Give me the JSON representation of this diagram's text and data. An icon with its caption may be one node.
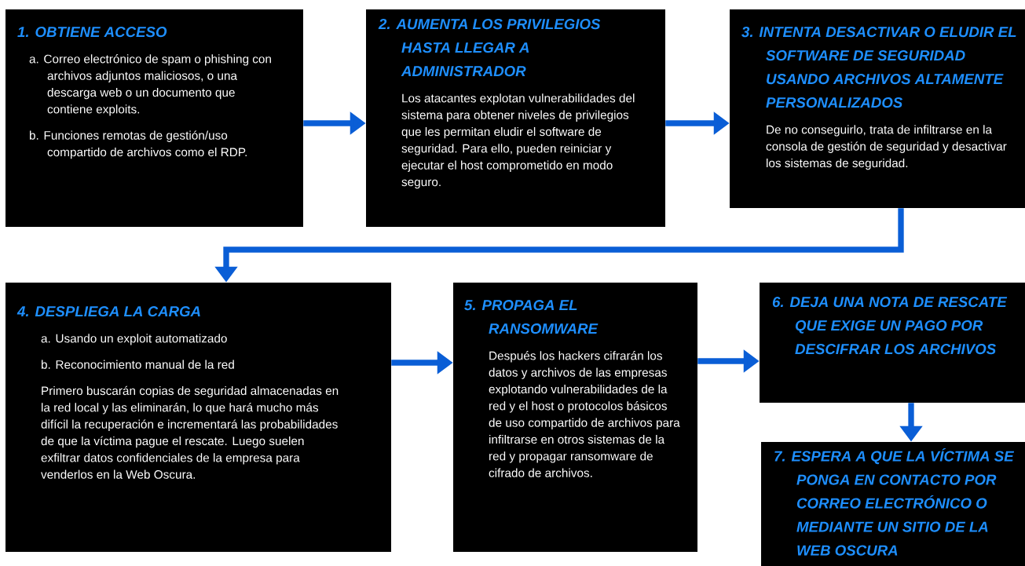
{
  "diagram": {
    "nodes": [
      {
        "text": [
          "1. OBTIENE ACCESO",
          "a. Correo electrónico de spam o phishing con archivos adjuntos maliciosos, o una descarga web o un documento que contiene exploits.",
          "b. Funciones remotas de gestión/uso compartido de archivos como el RDP."
        ]
      },
      {
        "text": [
          "2. AUMENTA LOS PRIVILEGIOS HASTA LLEGAR A ADMINISTRADOR",
          "Los atacantes explotan vulnerabilidades del sistema para obtener niveles de privilegios que les permitan eludir el software de seguridad. Para ello, pueden reiniciar y ejecutar el host comprometido en modo seguro."
        ]
      },
      {
        "text": [
          "3. INTENTA DESACTIVAR O ELUDIR EL SOFTWARE DE SEGURIDAD USANDO ARCHIVOS ALTAMENTE PERSONALIZADOS",
          "De no conseguirlo, trata de infiltrarse en la consola de gestión de seguridad y desactivar los sistemas de seguridad."
        ]
      },
      {
        "text": [
          "4. DESPLIEGA LA CARGA",
          "a. Usando un exploit automatizado",
          "b. Reconocimiento manual de la red",
          "Primero buscarán copias de seguridad almacenadas en la red local y las eliminarán, lo que hará mucho más difícil la recuperación e incrementará las probabilidades de que la víctima pague el rescate. Luego suelen exfiltrar datos confidenciales de la empresa para venderlos en la Web Oscura."
        ]
      },
      {
        "text": [
          "5. PROPAGA EL RANSOMWARE",
          "Después los hackers cifrarán los datos y archivos de las empresas explotando vulnerabilidades de la red y el host o protocolos básicos de uso compartido de archivos para infiltrarse en otros sistemas de la red y propagar ransomware de cifrado de archivos."
        ]
      },
      {
        "text": [
          "6. DEJA UNA NOTA DE RESCATE QUE EXIGE UN PAGO POR DESCIFRAR LOS ARCHIVOS"
        ]
      },
      {
        "text": [
          "7. ESPERA A QUE LA VÍCTIMA SE PONGA EN CONTACTO POR CORREO ELECTRÓNICO O MEDIANTE UN SITIO DE LA WEB OSCURA"
        ]
      }
    ],
    "edges": [
      {
        "from": 0,
        "to": 1,
        "arrow": "to"
      },
      {
        "from": 1,
        "to": 2,
        "arrow": "to"
      },
      {
        "from": 2,
        "to": 3,
        "arrow": "to"
      },
      {
        "from": 3,
        "to": 4,
        "arrow": "to"
      },
      {
        "from": 4,
        "to": 5,
        "arrow": "to"
      },
      {
        "from": 5,
        "to": 6,
        "arrow": "to"
      }
    ]
  }
}
